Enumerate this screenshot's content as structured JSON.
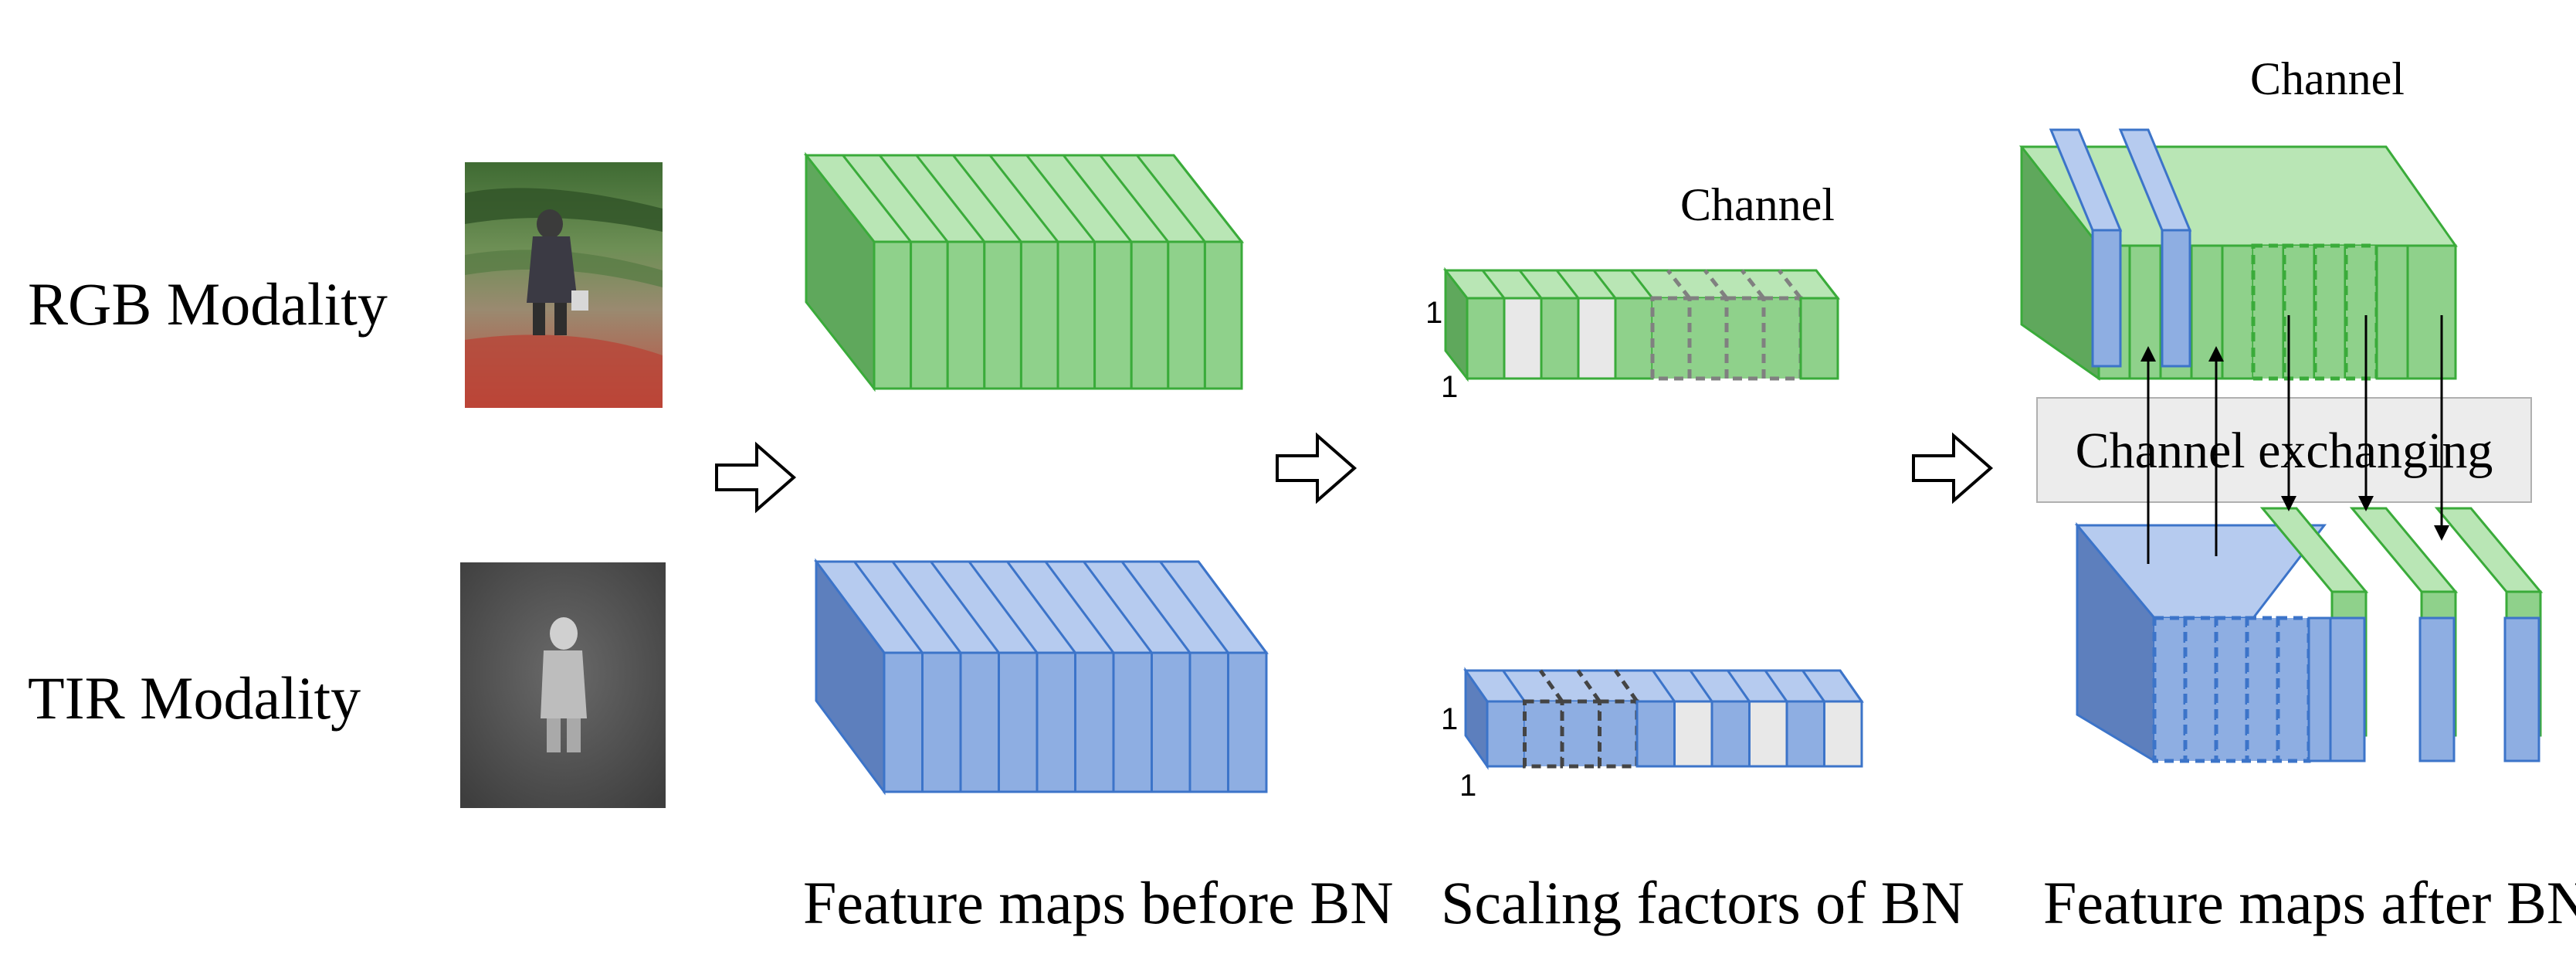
{
  "modalities": {
    "rgb": "RGB Modality",
    "tir": "TIR Modality"
  },
  "captions": {
    "before": "Feature maps before BN",
    "scaling": "Scaling factors of BN",
    "after": "Feature maps after BN"
  },
  "labels": {
    "channel_scaling": "Channel",
    "channel_after": "Channel",
    "exchange_box": "Channel exchanging",
    "dim_one": "1"
  },
  "colors": {
    "green_fill": "#8fd18b",
    "green_light": "#b9e6b5",
    "green_dark": "#5fa85c",
    "green_stroke": "#3aab3a",
    "blue_fill": "#8eaee2",
    "blue_light": "#b6cbef",
    "blue_dark": "#5d7fbd",
    "blue_stroke": "#3c74c9",
    "zero_fill": "#e8e8e8",
    "box_fill": "#ececec",
    "dashed_gray": "#808080"
  },
  "images": {
    "rgb_photo": "rgb-person-on-grass",
    "tir_photo": "thermal-person"
  }
}
